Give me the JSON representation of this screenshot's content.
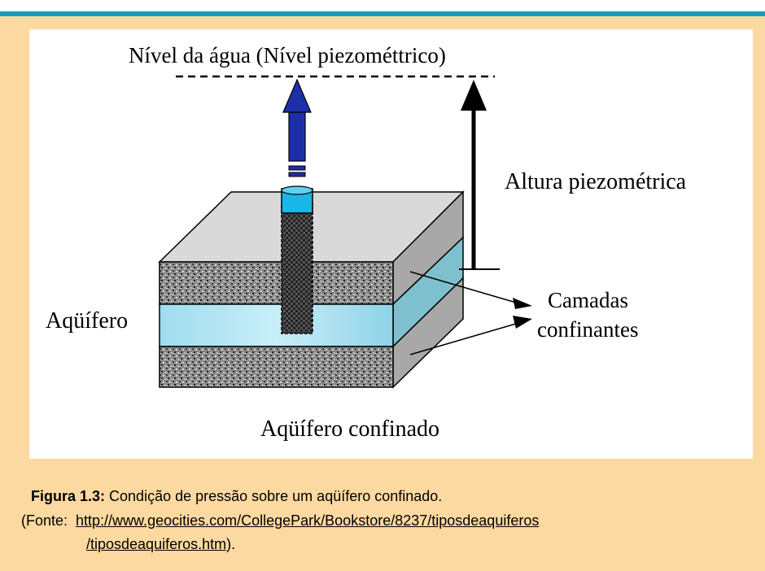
{
  "diagram": {
    "water_level_label": "Nível da água (Nível piezométtrico)",
    "piezometric_height_label": "Altura piezométrica",
    "confining_layers_line1": "Camadas",
    "confining_layers_line2": "confinantes",
    "aquifer_label": "Aqüífero",
    "confined_aquifer_label": "Aqüífero confinado"
  },
  "caption": {
    "figure_label": "Figura 1.3:",
    "figure_text": " Condição de pressão sobre um aqüífero confinado.",
    "source_prefix": "(Fonte:  ",
    "source_url_line1": "http://www.geocities.com/CollegePark/Bookstore/8237/tiposdeaquiferos",
    "source_url_line2": "/tiposdeaquiferos.htm",
    "source_suffix": ")."
  },
  "colors": {
    "background": "#fcd9a0",
    "accent_line": "#169bbf",
    "arrow_blue": "#1d2fa8",
    "water": "#aee3f0"
  }
}
